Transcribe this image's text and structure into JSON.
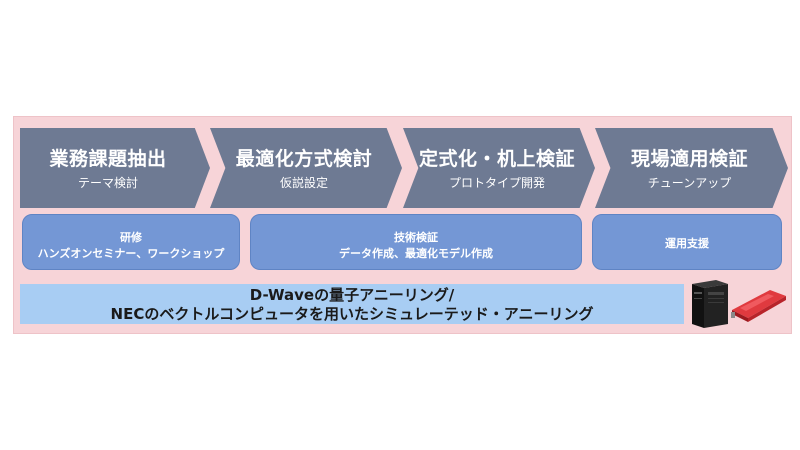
{
  "steps": [
    {
      "title": "業務課題抽出",
      "subtitle": "テーマ検討"
    },
    {
      "title": "最適化方式検討",
      "subtitle": "仮説設定"
    },
    {
      "title": "定式化・机上検証",
      "subtitle": "プロトタイプ開発"
    },
    {
      "title": "現場適用検証",
      "subtitle": "チューンアップ"
    }
  ],
  "supports": [
    {
      "line1": "研修",
      "line2": "ハンズオンセミナー、ワークショップ"
    },
    {
      "line1": "技術検証",
      "line2": "データ作成、最適化モデル作成"
    },
    {
      "line1": "運用支援",
      "line2": ""
    }
  ],
  "platform": {
    "line1": "D-Waveの量子アニーリング/",
    "line2": "NECのベクトルコンピュータを用いたシミュレーテッド・アニーリング"
  },
  "icons": {
    "server": "server-tower-icon",
    "accelerator": "vector-engine-card-icon"
  },
  "colors": {
    "panel_bg": "#f7d4d8",
    "chevron": "#6e7a93",
    "pill": "#7497d5",
    "band": "#a8cdf3",
    "card_red": "#d42a30"
  }
}
